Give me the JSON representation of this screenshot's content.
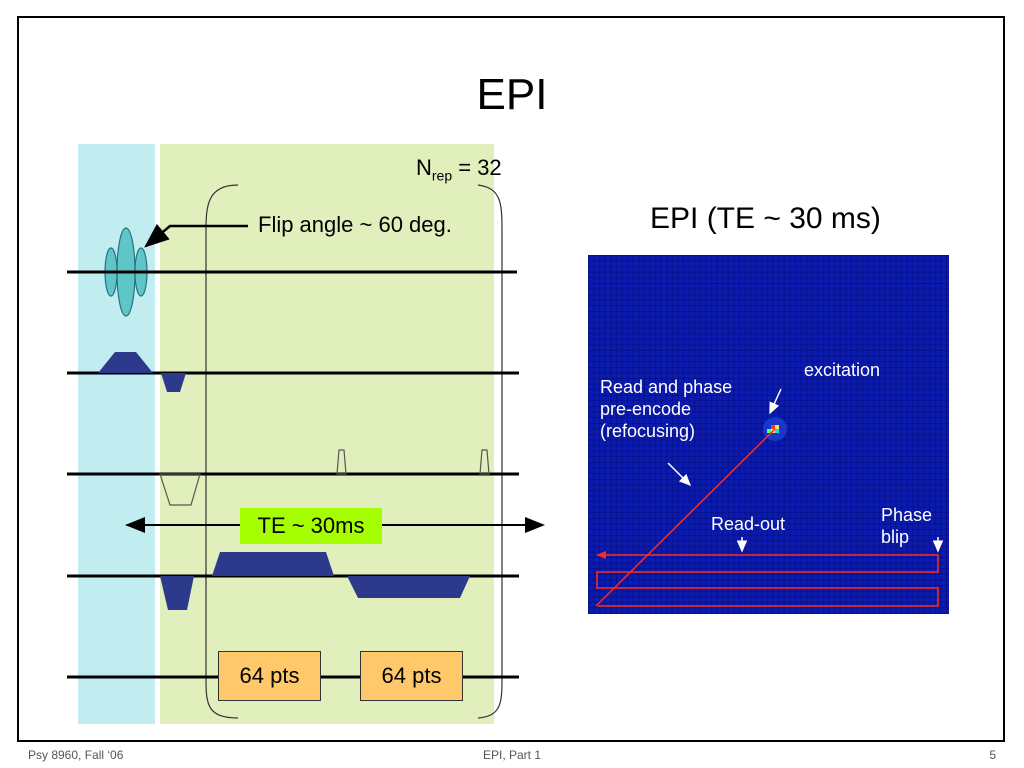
{
  "slide": {
    "title": "EPI"
  },
  "sequence": {
    "nrep_base": "N",
    "nrep_sub": "rep",
    "nrep_value": " = 32",
    "flip_angle_label": "Flip angle ~ 60 deg.",
    "te_label": "TE ~ 30ms",
    "adc_blocks": [
      "64 pts",
      "64 pts"
    ],
    "colors": {
      "excitation_region": "#c1edf0",
      "repeat_region": "#e1efbd",
      "gradient_fill": "#2d3a8c",
      "rf_pulse_fill": "#5fc6c7",
      "te_label_bg": "#a6ff00",
      "adc_block_bg": "#ffc86a"
    }
  },
  "image_panel": {
    "title": "EPI (TE ~ 30 ms)",
    "annotations": {
      "excitation": "excitation",
      "preencode_lines": [
        "Read and phase",
        "pre-encode",
        "(refocusing)"
      ],
      "readout": "Read-out",
      "phase_blip_lines": [
        "Phase",
        "blip"
      ]
    },
    "colors": {
      "background": "#0b1bb0",
      "trajectory": "#ff2a1a"
    }
  },
  "footer": {
    "left": "Psy 8960, Fall ‘06",
    "center": "EPI, Part 1",
    "right": "5"
  }
}
